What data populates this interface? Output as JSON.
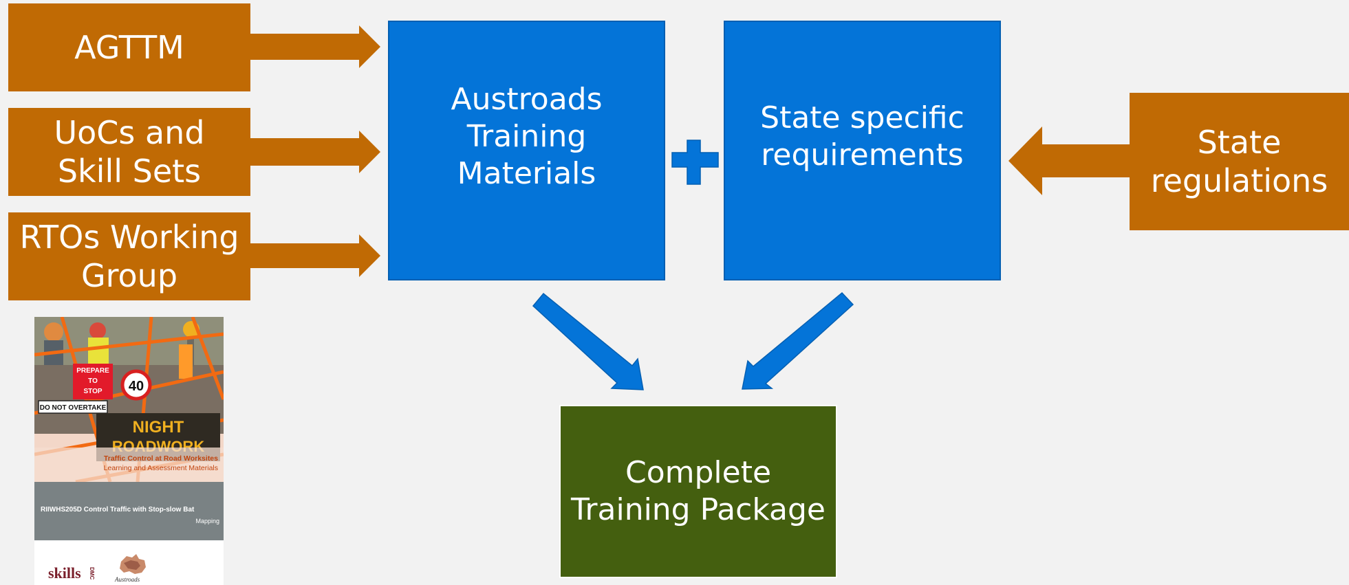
{
  "inputs": {
    "agttm": "AGTTM",
    "uocs_line1": "UoCs and",
    "uocs_line2": "Skill Sets",
    "rtos_line1": "RTOs Working",
    "rtos_line2": "Group",
    "state_regs_line1": "State",
    "state_regs_line2": "regulations"
  },
  "core": {
    "austroads_line1": "Austroads",
    "austroads_line2": "Training",
    "austroads_line3": "Materials",
    "state_specific_line1": "State specific",
    "state_specific_line2": "requirements"
  },
  "output": {
    "line1": "Complete",
    "line2": "Training Package"
  },
  "cover": {
    "title_line1": "Traffic Control at Road Worksites",
    "title_line2": "Learning and Assessment Materials",
    "code": "RIIWHS205D Control Traffic with Stop-slow Bat",
    "subtitle": "Mapping",
    "logo_skills": "skills",
    "logo_skills_dmc": "DMC",
    "logo_austroads": "Austroads",
    "sign_prepare": [
      "PREPARE",
      "TO",
      "STOP"
    ],
    "sign_speed": "40",
    "sign_overtake": "DO NOT OVERTAKE",
    "sign_night": "NIGHT",
    "sign_roadwork": "ROADWORK"
  },
  "colors": {
    "input_orange": "#c06a04",
    "core_blue": "#0474d8",
    "output_green": "#445f0f",
    "background": "#f2f2f2"
  }
}
